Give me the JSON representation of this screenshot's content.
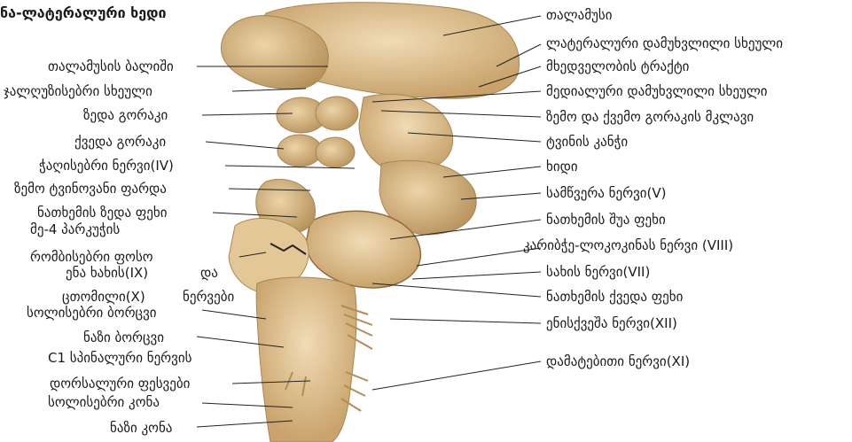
{
  "title": "ნა-ლატერალური ხედი",
  "labels_left": [
    "თალამუსის ბალიში",
    "ჯალღუზისებრი სხეული",
    "ზედა გორაკი",
    "ქვედა გორაკი",
    "ჭაღისებრი ნერვი(IV)",
    "ზემო ტვინოვანი ფარდა",
    "ნათხემის ზედა ფეხი",
    "მე-4 პარკუჭის",
    "რომბისებრი ფოსო",
    "ენა ხახის(IX)",
    "და",
    "ცთომილი(X)",
    "ნერვები",
    "სოლისებრი ბორცვი",
    "ნაზი ბორცვი",
    "C1 სპინალური ნერვის",
    "დორსალური ფესვები",
    "სოლისებრი კონა",
    "ნაზი კონა"
  ],
  "labels_right": [
    "თალამუსი",
    "ლატერალური დამუხვლილი სხეული",
    "მხედველობის ტრაქტი",
    "მედიალური დამუხვლილი სხეული",
    "ზემო და ქვემო გორაკის მკლავი",
    "ტვინის კანჭი",
    "ხიდი",
    "სამწვერა ნერვი(V)",
    "ნათხემის შუა ფეხი",
    "კარიბჭე-ლოკოკინას ნერვი (VIII)",
    "სახის ნერვი(VII)",
    "ნათხემის ქვედა ფეხი",
    "ენისქვეშა ნერვი(XII)",
    "დამატებითი ნერვი(XI)"
  ],
  "colors": {
    "tissue": "#d8bb8a",
    "tissue_light": "#ead4ad",
    "tissue_dark": "#b8935c",
    "leader": "#222222",
    "text": "#1a1a1a"
  }
}
